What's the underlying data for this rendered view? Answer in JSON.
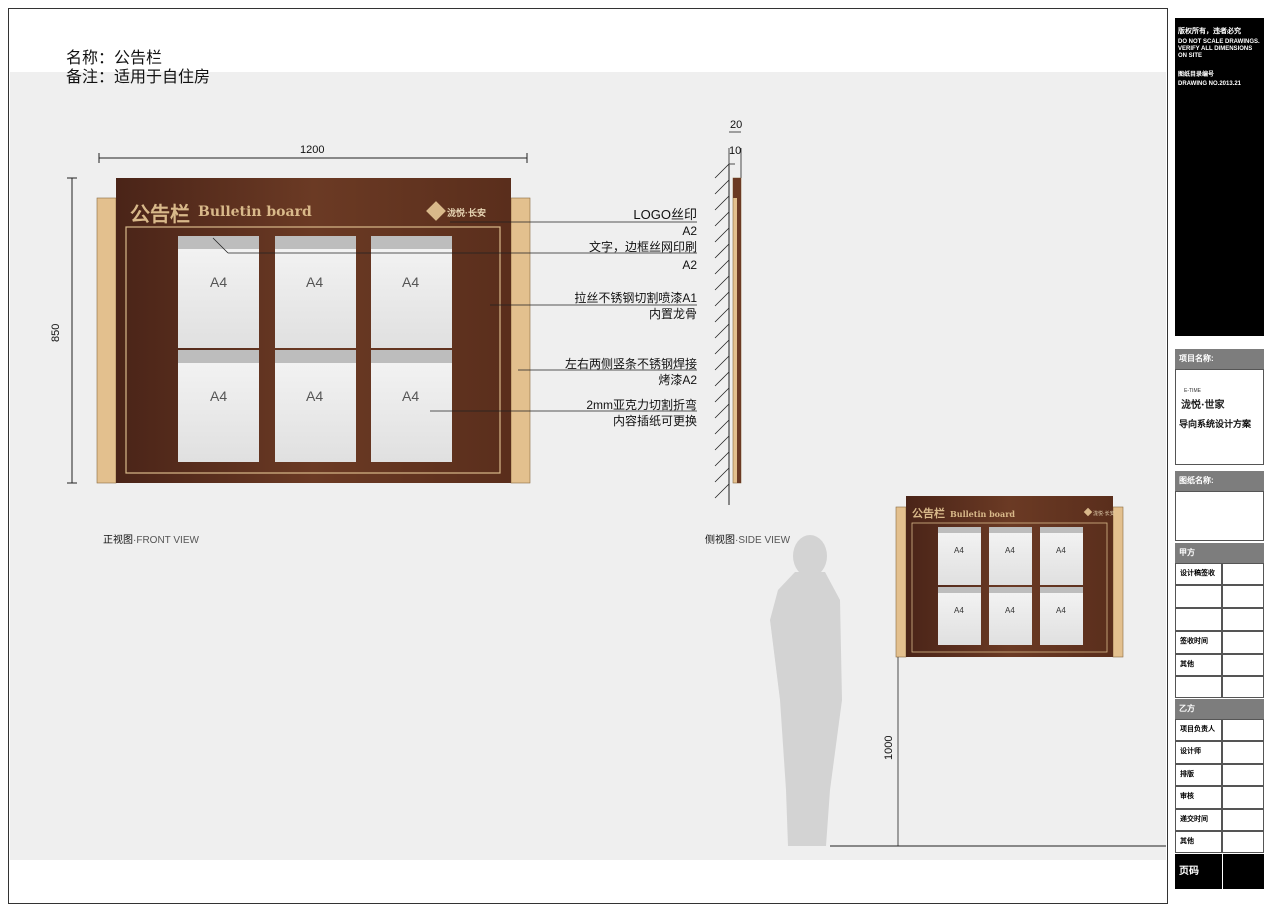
{
  "header": {
    "name_line": "名称：公告栏",
    "note_line": "备注：适用于自住房"
  },
  "front_view": {
    "board_title_cn": "公告栏",
    "board_title_en": "Bulletin board",
    "logo_text": "泷悦·长安",
    "sheet_label": "A4",
    "width_dim": "1200",
    "height_dim": "850",
    "view_label_cn": "正视图",
    "view_label_en": "·FRONT VIEW"
  },
  "callouts": [
    {
      "line1": "LOGO丝印",
      "line2": "A2"
    },
    {
      "line1": "文字，边框丝网印刷",
      "line2": "A2"
    },
    {
      "line1": "拉丝不锈钢切割喷漆A1",
      "line2": "内置龙骨"
    },
    {
      "line1": "左右两侧竖条不锈钢焊接",
      "line2": "烤漆A2"
    },
    {
      "line1": "2mm亚克力切割折弯",
      "line2": "内容插纸可更换"
    }
  ],
  "side_view": {
    "dim_20": "20",
    "dim_10": "10",
    "view_label_cn": "侧视图",
    "view_label_en": "·SIDE VIEW"
  },
  "scale_view": {
    "board_title_cn": "公告栏",
    "board_title_en": "Bulletin board",
    "logo_text": "泷悦·长安",
    "sheet_label": "A4",
    "height_dim": "1000"
  },
  "title_block": {
    "copyright_cn": "版权所有，违者必究",
    "disclaimer": "DO NOT SCALE DRAWINGS. VERIFY ALL DIMENSIONS ON SITE",
    "drawing_no_cn": "图纸目录编号",
    "drawing_no": "DRAWING NO.2013.21",
    "project_name_label": "项目名称:",
    "project_logo_top": "E-TIME",
    "project_logo_main": "泷悦·世家",
    "project_desc": "导向系统设计方案",
    "drawing_name_label": "图纸名称:",
    "party_a": "甲方",
    "party_a_rows": [
      "设计稿签收",
      "",
      "",
      "签收时间",
      "其他",
      ""
    ],
    "party_b": "乙方",
    "party_b_rows": [
      "项目负责人",
      "设计师",
      "排版",
      "审核",
      "递交时间",
      "其他"
    ],
    "page_label": "页码"
  },
  "colors": {
    "board_dark": "#4a2418",
    "board_mid": "#6b3a24",
    "side_post": "#e3c08e",
    "gold": "#d9b98a",
    "black": "#000000",
    "tb_gray": "#7d7d7d"
  }
}
